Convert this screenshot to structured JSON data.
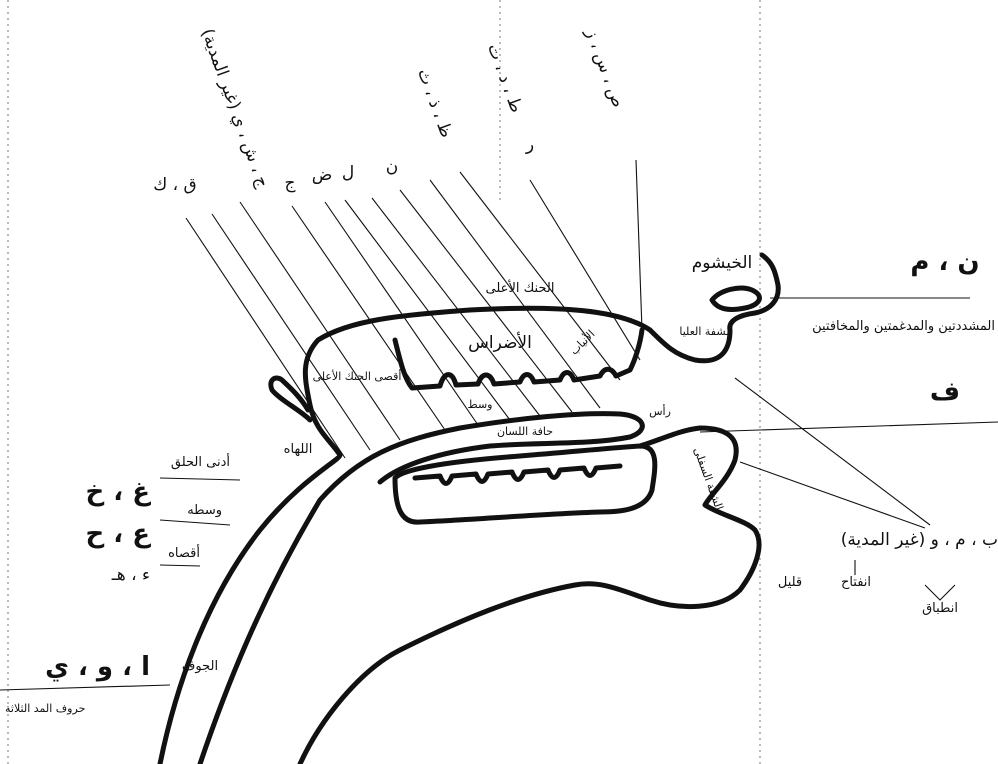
{
  "labels": {
    "nasal_letters": "ن ، م",
    "nasal_cavity": "الخيشوم",
    "nasal_note": "المشددتين والمدغمتين والمخافتين",
    "upper_lip": "الشفة العليا",
    "fa": "ف",
    "lip_letters": "ب ، م ، و (غير المدية)",
    "qalil": "قليل",
    "infitah": "انفتاح",
    "intibaq": "انطباق",
    "lower_lip": "الشفة السفلى",
    "hard_palate": "الحنك الأعلى",
    "teeth": "الأضراس",
    "incisors": "الأنياب",
    "far_palate": "أقصى الحنك الأعلى",
    "uvula": "اللهاه",
    "tongue_edge": "حافة اللسان",
    "tongue_middle": "وسط",
    "tongue_tip": "رأس",
    "throat_near": "أدنى الحلق",
    "throat_mid": "وسطه",
    "throat_far": "أقصاه",
    "throat_near_letters": "غ ، خ",
    "throat_mid_letters": "ع ، ح",
    "throat_far_letters": "ء ، هـ",
    "jawf": "الجوف",
    "jawf_letters": "ا ، و ، ي",
    "madd_letters": "حروف المد الثلاثة",
    "top_sad": "ص ، س ، ز",
    "top_ta": "ط ، د ، ت",
    "top_za": "ظ ، ذ ، ث",
    "top_jeem": "ج ، ش ، ي (غير المدية)",
    "l1": "ق ، ك",
    "l2": "ج",
    "l3": "ض",
    "l4": "ل",
    "l5": "ن",
    "l6": "ر"
  }
}
